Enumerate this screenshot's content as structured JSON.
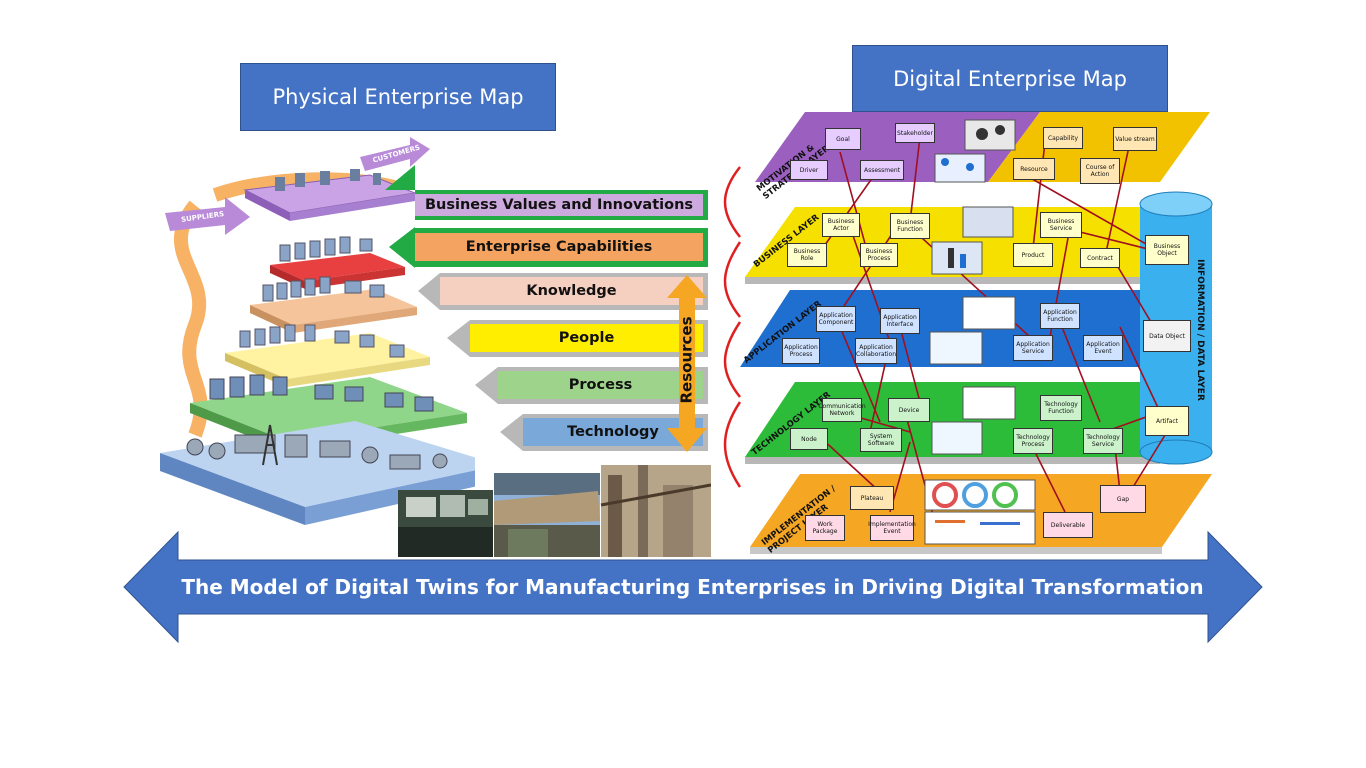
{
  "physical": {
    "title": "Physical Enterprise Map"
  },
  "digital": {
    "title": "Digital Enterprise Map"
  },
  "physical_tags": {
    "suppliers": "SUPPLIERS",
    "customers": "CUSTOMERS"
  },
  "bands": [
    {
      "label": "Business Values and Innovations",
      "fill": "#ccaadd",
      "arrow": "#22aa44"
    },
    {
      "label": "Enterprise Capabilities",
      "fill": "#f4a460",
      "arrow": "#22aa44"
    },
    {
      "label": "Knowledge",
      "fill": "#f5cfc0",
      "arrow": "#b8b8b8"
    },
    {
      "label": "People",
      "fill": "#ffee00",
      "arrow": "#b8b8b8"
    },
    {
      "label": "Process",
      "fill": "#9ed38c",
      "arrow": "#b8b8b8"
    },
    {
      "label": "Technology",
      "fill": "#7aa8d8",
      "arrow": "#b8b8b8"
    }
  ],
  "resources_label": "Resources",
  "layers": [
    {
      "name": "MOTIVATION & STRATEGY LAYER",
      "color": "#9b5fc0"
    },
    {
      "name": "BUSINESS LAYER",
      "color": "#f5e000"
    },
    {
      "name": "APPLICATION LAYER",
      "color": "#1f6fd0"
    },
    {
      "name": "TECHNOLOGY LAYER",
      "color": "#2dbb3a"
    },
    {
      "name": "IMPLEMENTATION / PROJECT LAYER",
      "color": "#f5a623"
    }
  ],
  "info_layer": "INFORMATION / DATA LAYER",
  "nodes": {
    "goal": "Goal",
    "stakeholder": "Stakeholder",
    "driver": "Driver",
    "assessment": "Assessment",
    "capability": "Capability",
    "value_stream": "Value stream",
    "resource": "Resource",
    "course_of_action": "Course of Action",
    "business_actor": "Business Actor",
    "business_function": "Business Function",
    "business_service": "Business Service",
    "business_role": "Business Role",
    "business_process": "Business Process",
    "product": "Product",
    "contract": "Contract",
    "business_object": "Business Object",
    "app_component": "Application Component",
    "app_interface": "Application Interface",
    "app_function": "Application Function",
    "app_process": "Application Process",
    "app_collaboration": "Application Collaboration",
    "app_service": "Application Service",
    "app_event": "Application Event",
    "data_object": "Data Object",
    "comm_network": "Communication Network",
    "device": "Device",
    "tech_function": "Technology Function",
    "node": "Node",
    "system_software": "System Software",
    "tech_process": "Technology Process",
    "tech_service": "Technology Service",
    "artifact": "Artifact",
    "plateau": "Plateau",
    "work_package": "Work Package",
    "impl_event": "Implementation Event",
    "deliverable": "Deliverable",
    "gap": "Gap"
  },
  "banner": {
    "text": "The Model of Digital Twins for Manufacturing Enterprises in Driving Digital Transformation",
    "color": "#4472c4"
  }
}
